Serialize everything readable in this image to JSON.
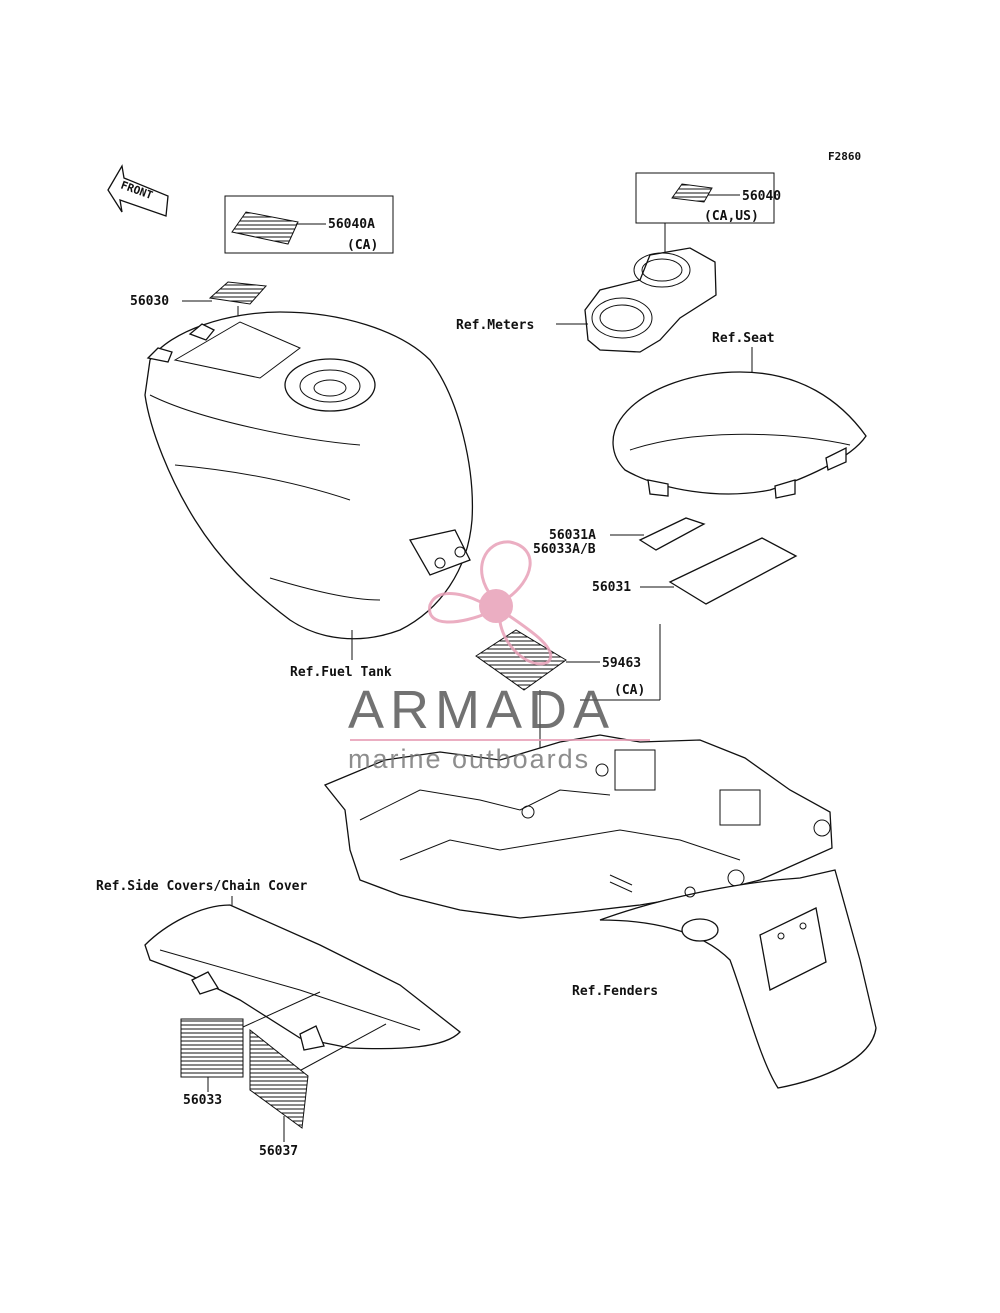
{
  "figure_code": "F2860",
  "front_label": "FRONT",
  "labels": {
    "p56040A": "56040A",
    "p56040A_note": "(CA)",
    "p56030": "56030",
    "p56040": "56040",
    "p56040_note": "(CA,US)",
    "ref_meters": "Ref.Meters",
    "ref_seat": "Ref.Seat",
    "p56031A": "56031A",
    "p56033AB": "56033A/B",
    "p56031": "56031",
    "p59463": "59463",
    "p59463_note": "(CA)",
    "ref_fuel_tank": "Ref.Fuel Tank",
    "ref_side_covers": "Ref.Side Covers/Chain Cover",
    "ref_fenders": "Ref.Fenders",
    "p56033": "56033",
    "p56037": "56037"
  },
  "watermark": {
    "title": "ARMADA",
    "subtitle": "marine outboards",
    "accent_color": "#e8a0b8",
    "text_color": "#5a5a5a"
  }
}
